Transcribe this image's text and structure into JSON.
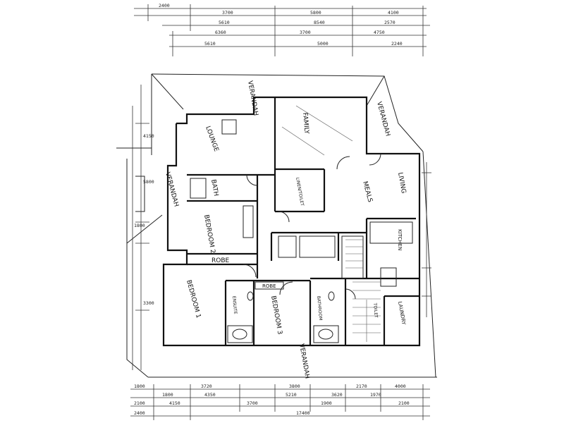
{
  "rooms": {
    "lounge": "LOUNGE",
    "family": "FAMILY",
    "meals": "MEALS",
    "living": "LIVING",
    "bath": "BATH",
    "linen": "LINEN/TOILET",
    "bedroom2": "BEDROOM 2",
    "robe1": "ROBE",
    "bedroom1": "BEDROOM 1",
    "robe2": "ROBE",
    "bedroom3": "BEDROOM 3",
    "ensuite": "ENSUITE",
    "bathroom": "BATHROOM",
    "kitchen": "KITCHEN",
    "laundry": "LAUNDRY",
    "toilet": "TOILET"
  },
  "verandahs": {
    "top": "VERANDAH",
    "right": "VERANDAH",
    "left": "VERANDAH",
    "bottom": "VERANDAH"
  },
  "dims_top": {
    "row1": [
      "2400",
      "3700",
      "5800",
      "4100"
    ],
    "row2": [
      "5610",
      "8540",
      "2570"
    ],
    "row3": [
      "6360",
      "3700",
      "4750"
    ],
    "row4": [
      "5610",
      "5000",
      "2240"
    ]
  },
  "dims_bottom": {
    "row1": [
      "1800",
      "3720",
      "3800",
      "2170",
      "4000"
    ],
    "row2": [
      "1800",
      "4350",
      "5210",
      "3620",
      "1970"
    ],
    "row3": [
      "2100",
      "4150",
      "3700",
      "1900",
      "2100"
    ],
    "row4": [
      "2400",
      "17400"
    ]
  },
  "dims_left": [
    "4150",
    "5800",
    "1800",
    "3300"
  ]
}
